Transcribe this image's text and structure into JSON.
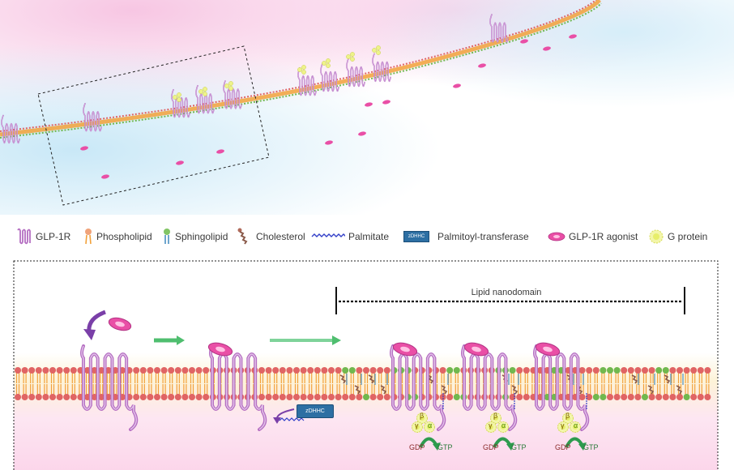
{
  "legend": {
    "items": [
      {
        "label": "GLP-1R"
      },
      {
        "label": "Phospholipid"
      },
      {
        "label": "Sphingolipid"
      },
      {
        "label": "Cholesterol"
      },
      {
        "label": "Palmitate"
      },
      {
        "label": "zDHHC",
        "badge": true,
        "text": "Palmitoyl-transferase"
      },
      {
        "label": "GLP-1R agonist"
      },
      {
        "label": "G protein"
      }
    ]
  },
  "detail": {
    "nanodomain_label": "Lipid nanodomain",
    "enzyme_badge": "zDHHC",
    "gdp": "GDP",
    "gtp": "GTP",
    "subunit_beta": "β",
    "subunit_gamma": "γ",
    "subunit_alpha": "α"
  },
  "colors": {
    "receptor": "#b56fc2",
    "agonist": "#e94fa6",
    "gprotein": "#e9f08a",
    "zdhhc": "#2d6fa3",
    "palmitate": "#3340c8",
    "lipid_head_red": "#e06464",
    "lipid_head_green": "#71b84e",
    "lipid_tail": "#f2a13a",
    "arrow_green": "#4fbe6f",
    "arrow_purple": "#7a3fa8"
  }
}
